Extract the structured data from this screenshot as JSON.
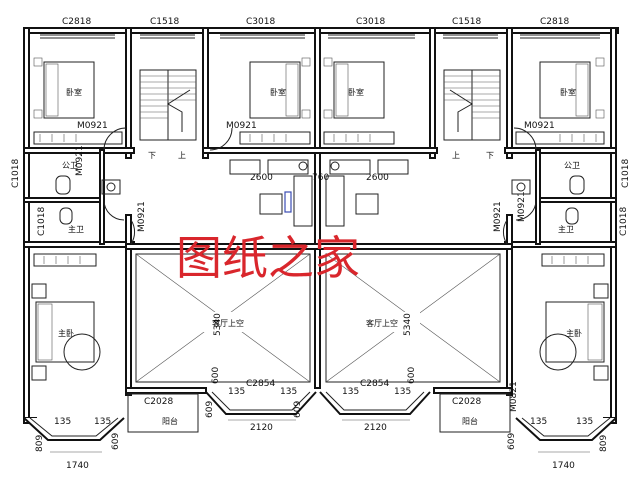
{
  "plan": {
    "windows": {
      "top_left": "C2818",
      "stair_left": "C1518",
      "bed_mid_left": "C3018",
      "bed_mid_right": "C3018",
      "stair_right": "C1518",
      "top_right": "C2818",
      "side_left_1": "C1018",
      "side_left_2": "C1018",
      "side_right_1": "C1018",
      "side_right_2": "C1018",
      "bay_left": "C2854",
      "bay_right": "C2854",
      "balcony_left": "C2028",
      "balcony_right": "C2028"
    },
    "doors": {
      "bed_tl": "M0921",
      "bed_ml": "M0921",
      "bed_tr": "M0921",
      "bath_l": "M0921",
      "bath_r": "M0921",
      "liv_l": "M0921",
      "liv_r": "M0921",
      "master_r": "M0821"
    },
    "rooms": {
      "bedroom": "卧室",
      "bedroom_alt": "卧室",
      "public_bath": "公卫",
      "private_bath": "主卫",
      "master_bed": "主卧",
      "living_void": "客厅上空",
      "balcony": "阳台",
      "stair_down": "下",
      "stair_up": "上"
    },
    "dims": {
      "d2600": "2600",
      "d760": "760",
      "d5340": "5340",
      "d600": "600",
      "d135": "135",
      "d2120": "2120",
      "d1740": "1740",
      "d609": "609",
      "d809": "809"
    },
    "watermark": "图纸之家"
  }
}
